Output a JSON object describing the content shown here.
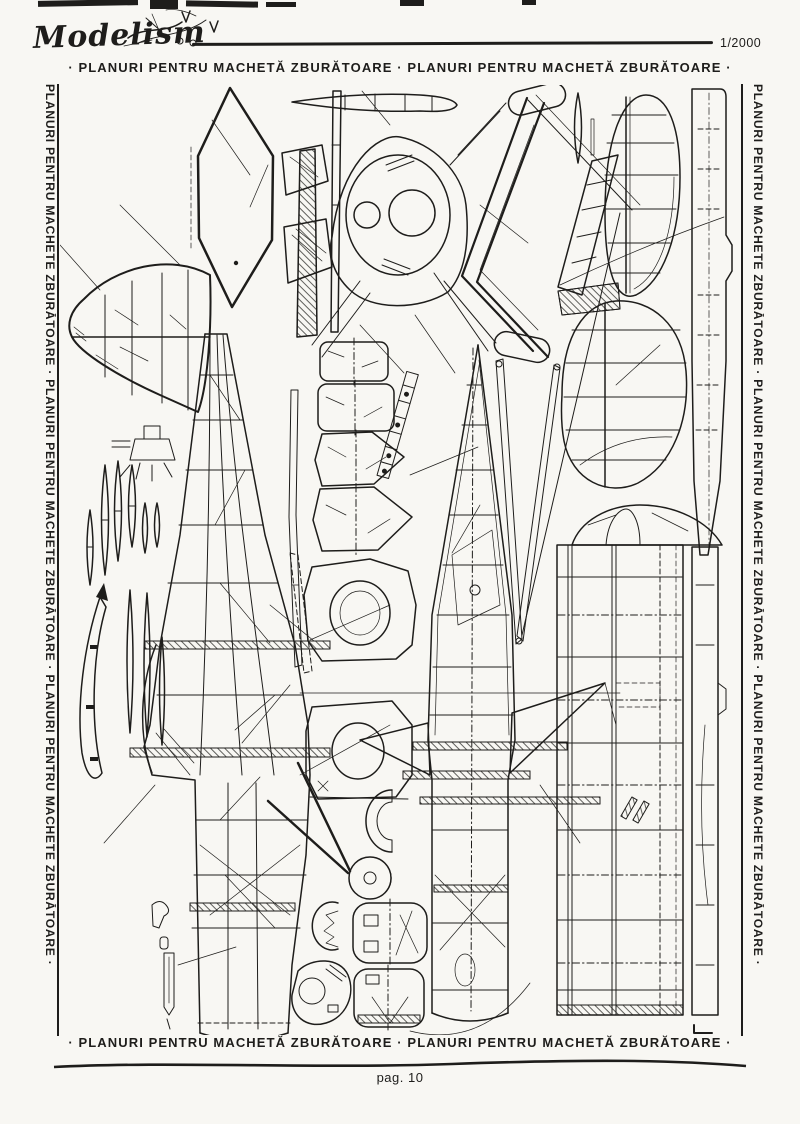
{
  "colors": {
    "ink": "#1e1d1b",
    "paper": "#f8f7f3"
  },
  "masthead": {
    "logo_text": "Modelism",
    "issue_number": "1/2000"
  },
  "banners": {
    "top": "· PLANURI PENTRU MACHETĂ ZBURĂTOARE · PLANURI PENTRU MACHETĂ ZBURĂTOARE ·",
    "bottom": "· PLANURI PENTRU MACHETĂ ZBURĂTOARE · PLANURI PENTRU MACHETĂ ZBURĂTOARE ·",
    "left": "PLANURI PENTRU MACHETE ZBURĂTOARE · PLANURI PENTRU MACHETE ZBURĂTOARE · PLANURI PENTRU MACHETE ZBURĂTOARE ·",
    "right": "PLANURI PENTRU MACHETE ZBURĂTOARE · PLANURI PENTRU MACHETE ZBURĂTOARE · PLANURI PENTRU MACHETE ZBURĂTOARE ·"
  },
  "footer": {
    "page_label": "pag. 10"
  },
  "drawing": {
    "kind": "model-aircraft-construction-plan",
    "components": [
      "tailplane-outline-template",
      "propeller-blade-template",
      "fuselage-front-view",
      "fin-rudder-template",
      "engine-detail",
      "wing-rib-templates",
      "spar-templates",
      "fuselage-side-view",
      "fuselage-top-view",
      "bulkhead-formers",
      "cowling-formers",
      "spinner-disc",
      "tailplane-tip-panels",
      "wing-centre-section-panel",
      "wing-strut-templates",
      "wheel-spats"
    ]
  }
}
